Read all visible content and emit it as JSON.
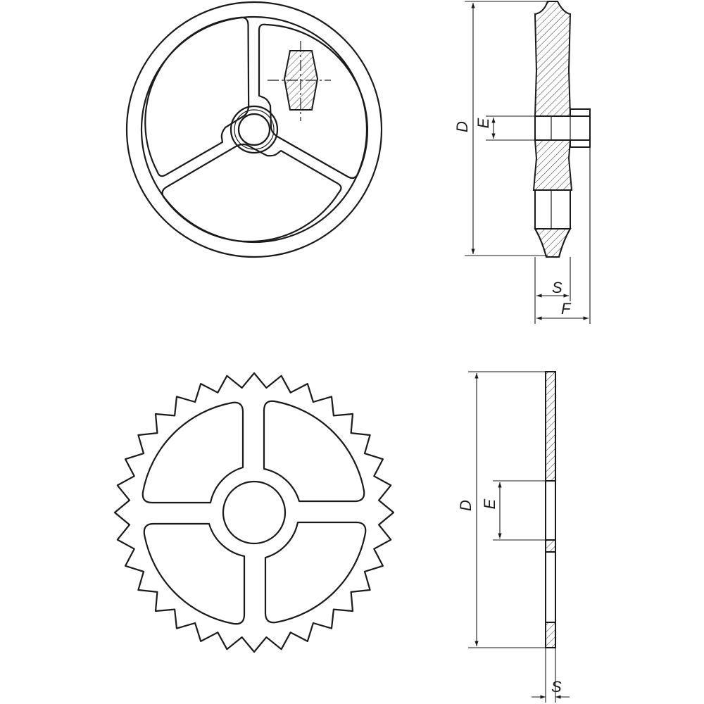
{
  "top_wheel": {
    "dimension_labels": {
      "D": "D",
      "E": "E",
      "S": "S",
      "F": "F"
    }
  },
  "bottom_wheel": {
    "dimension_labels": {
      "D": "D",
      "E": "E",
      "S": "S"
    },
    "tooth_count": 32
  },
  "colors": {
    "line": "#1a1a1a",
    "background": "#ffffff"
  }
}
